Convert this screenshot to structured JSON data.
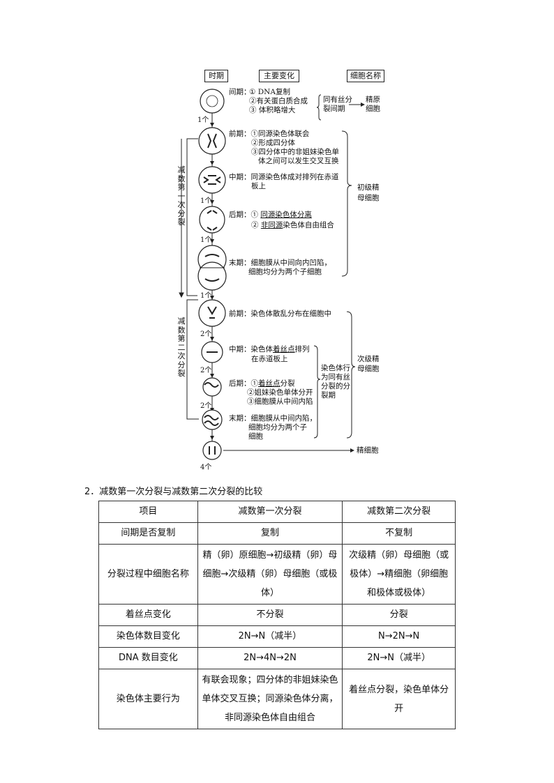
{
  "diagram": {
    "headers": {
      "period": "时期",
      "changes": "主要变化",
      "cell_name": "细胞名称"
    },
    "interphase": {
      "label": "间期：",
      "items": [
        "① DNA复制",
        "②有关蛋白质合成",
        "③ 体积略增大"
      ],
      "same_as": [
        "同有丝分",
        "裂间期"
      ],
      "cell": [
        "精原",
        "细胞"
      ]
    },
    "counts": {
      "c1a": "1个",
      "c1b": "1个",
      "c1c": "1个",
      "c1d": "1个",
      "c2a": "2个",
      "c2b": "2个",
      "c2c": "2个",
      "c4": "4个"
    },
    "meiosis1": {
      "side_label": "减数第一次分裂",
      "prophase": [
        "前期：①同源染色体联会",
        "②形成四分体",
        "③四分体中的非姐妹染色单",
        "体之间可以发生交叉互换"
      ],
      "metaphase": [
        "中期：同源染色体成对排列在赤道",
        "板上"
      ],
      "anaphase": [
        "后期：① ",
        "同源染色体分离",
        "② ",
        "非同源",
        "染色体自由组合"
      ],
      "telophase": [
        "末期：细胞膜从中间向内凹陷，",
        "细胞均分为两个子细胞"
      ],
      "cell": [
        "初级精",
        "母细胞"
      ]
    },
    "meiosis2": {
      "side_label": "减数第二次分裂",
      "prophase": "前期：染色体散乱分布在细胞中",
      "metaphase": [
        "中期：染色体",
        "着丝点",
        "排列",
        "在赤道板上"
      ],
      "anaphase": [
        "后期：①",
        "着丝点",
        "分裂",
        "②姐妹染色单体分开",
        "③细胞膜从中间内陷"
      ],
      "telophase": [
        "末期：细胞膜从中间内陷，",
        "细胞均分为两个子",
        "细胞"
      ],
      "same_as": [
        "染色体行",
        "为同有丝",
        "分裂的分",
        "裂期"
      ],
      "cell": [
        "次级精",
        "母细胞"
      ]
    },
    "final_cell": "精细胞"
  },
  "section": {
    "number": "2．",
    "title": "减数第一次分裂与减数第二次分裂的比较"
  },
  "table": {
    "headers": [
      "项目",
      "减数第一次分裂",
      "减数第二次分裂"
    ],
    "rows": [
      [
        "间期是否复制",
        "复制",
        "不复制"
      ],
      [
        "分裂过程中细胞名称",
        "精（卵）原细胞→初级精（卵）母细胞→次级精（卵）母细胞（或极体）",
        "次级精（卵）母细胞（或极体）→精细胞（卵细胞和极体或极体）"
      ],
      [
        "着丝点变化",
        "不分裂",
        "分裂"
      ],
      [
        "染色体数目变化",
        "2N→N（减半）",
        "N→2N→N"
      ],
      [
        "DNA 数目变化",
        "2N→4N→2N",
        "2N→N（减半）"
      ],
      [
        "染色体主要行为",
        "有联会现象；四分体的非姐妹染色单体交叉互换；同源染色体分离，非同源染色体自由组合",
        "着丝点分裂，染色单体分开"
      ]
    ]
  }
}
